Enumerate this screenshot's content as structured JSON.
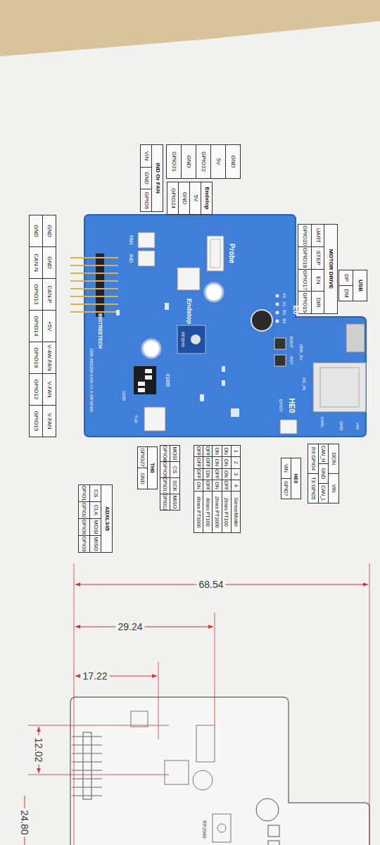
{
  "diagram": {
    "labels": [
      "USB",
      "DP",
      "DM",
      "MOTOR DRIVE",
      "UART",
      "STEP",
      "EN",
      "DIR",
      "GPIO20",
      "GPIO18",
      "GPIO17",
      "GPIO19",
      "GND",
      "5V",
      "GPIO22",
      "GND",
      "GPIO21",
      "Endstop",
      "5V",
      "GND",
      "GPIO24",
      "IND Or FAN",
      "VIN",
      "GND",
      "GPIO6",
      "GND",
      "GND",
      "CAN-P",
      "+5V",
      "V-4W-FAN",
      "V-FAN",
      "V-FAN",
      "GND",
      "CAN-N",
      "GPIO13",
      "GPIO14",
      "GPIO16",
      "GPIO12",
      "GPIO15",
      "ADXL345",
      "CS",
      "CLK",
      "MOSI",
      "MISO",
      "GPIO1",
      "GPIO2",
      "GPIO0",
      "GPIO3",
      "MOSI",
      "CS",
      "SCK",
      "MISO",
      "GPIO8",
      "GPIO9",
      "GPIO10",
      "GPIO11",
      "TH0",
      "GPIO27",
      "GND",
      "1",
      "2",
      "3",
      "4",
      "SensorModel",
      "ON",
      "ON",
      "ON",
      "OFF",
      "2lines PT100",
      "ON",
      "ON",
      "OFF",
      "ON",
      "2lines PT1000",
      "OFF",
      "OFF",
      "ON",
      "OFF",
      "4lines PT100",
      "OFF",
      "OFF",
      "OFF",
      "ON",
      "4lines PT1000",
      "DCIN",
      "VIN",
      "CAN_H",
      "GND",
      "CAN_L",
      "RX:GPIO4",
      "TX:GPIO5",
      "HE0",
      "VIN",
      "GPIO7",
      "Probe",
      "Endstop",
      "FAN",
      "IND",
      "BIGTREETECH",
      "EBB SB2209 CAN V1.0 (RP2040)",
      "E0",
      "A2",
      "A1",
      "B1",
      "B2",
      "RP2040",
      "USB_5V",
      "BOOT",
      "RST",
      "DC_IN",
      "HE0",
      "GPIO7",
      "CANL",
      "GND",
      "VIN",
      "31865",
      "320R",
      "TH0",
      "68.54",
      "29.24",
      "17.22",
      "12.02",
      "24.80",
      "RP2040"
    ]
  }
}
